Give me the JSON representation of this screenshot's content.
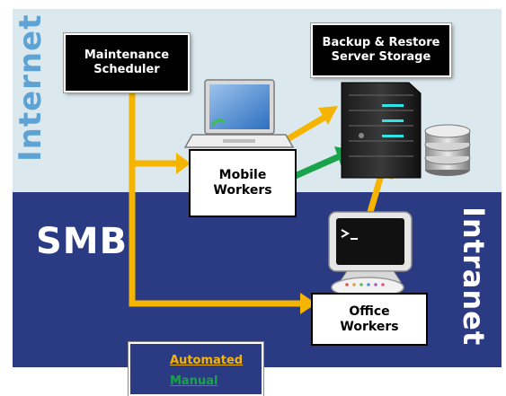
{
  "zones": {
    "internet": "Internet",
    "smb": "SMB",
    "intranet": "Intranet"
  },
  "nodes": {
    "scheduler": "Maintenance\nScheduler",
    "backup": "Backup & Restore\nServer Storage",
    "mobile": "Mobile\nWorkers",
    "office": "Office\nWorkers"
  },
  "legend": {
    "automated": "Automated",
    "manual": "Manual"
  },
  "colors": {
    "automated": "#f5b400",
    "manual": "#19a34a",
    "internet_zone": "#dbe9ef",
    "smb_zone": "#2b3b83"
  },
  "icons": [
    "laptop-icon",
    "server-tower-icon",
    "database-icon",
    "desktop-computer-icon",
    "keyboard-icon"
  ]
}
